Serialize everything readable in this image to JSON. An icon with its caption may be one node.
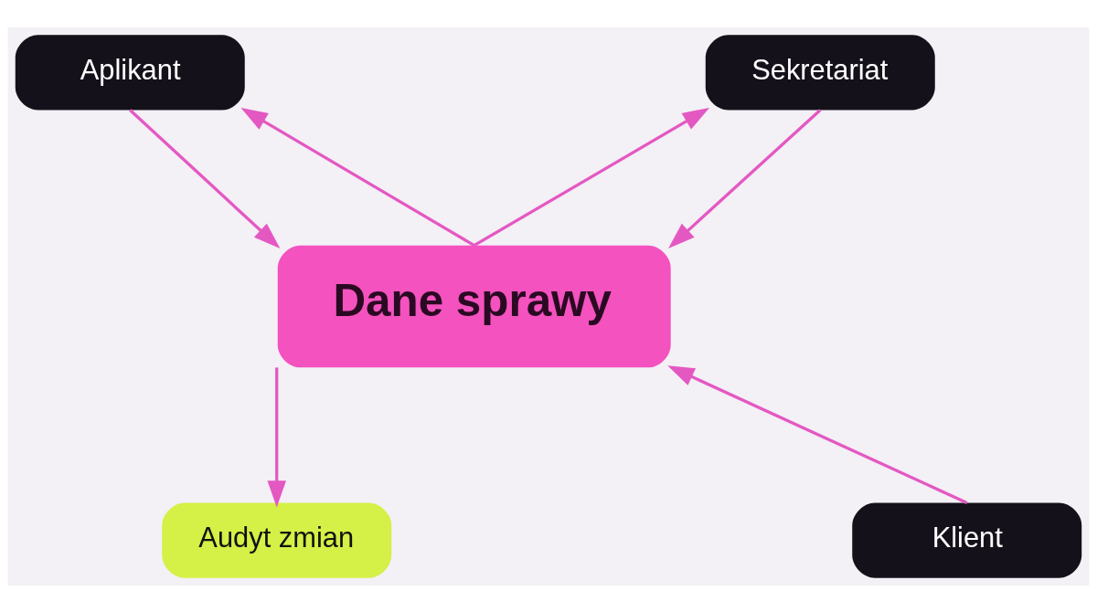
{
  "diagram": {
    "nodes": [
      {
        "text": [
          "Aplikant"
        ]
      },
      {
        "text": [
          "Sekretariat"
        ]
      },
      {
        "text": [
          "Dane sprawy"
        ]
      },
      {
        "text": [
          "Audyt zmian"
        ]
      },
      {
        "text": [
          "Klient"
        ]
      }
    ],
    "edges": [
      {
        "from": 0,
        "to": 2,
        "arrow": "to"
      },
      {
        "from": 2,
        "to": 0,
        "arrow": "to"
      },
      {
        "from": 2,
        "to": 1,
        "arrow": "to"
      },
      {
        "from": 1,
        "to": 2,
        "arrow": "to"
      },
      {
        "from": 2,
        "to": 3,
        "arrow": "to"
      },
      {
        "from": 4,
        "to": 2,
        "arrow": "to"
      }
    ]
  }
}
